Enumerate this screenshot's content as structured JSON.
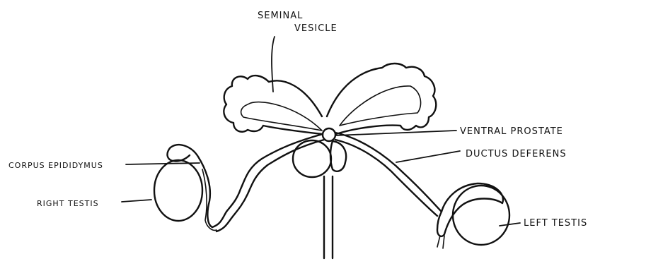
{
  "labels": {
    "seminal_vesicle_line1": "SEMINAL",
    "seminal_vesicle_line2": "VESICLE",
    "ventral_prostate": "VENTRAL PROSTATE",
    "ductus_deferens": "DUCTUS DEFERENS",
    "corpus_epididymus": "CORPUS EPIDIDYMUS",
    "right_testis_line1": "RIGHT",
    "right_testis_line2": "TESTIS",
    "left_testis": "LEFT TESTIS"
  },
  "colors": {
    "ink": "#111111",
    "background": "#ffffff"
  }
}
